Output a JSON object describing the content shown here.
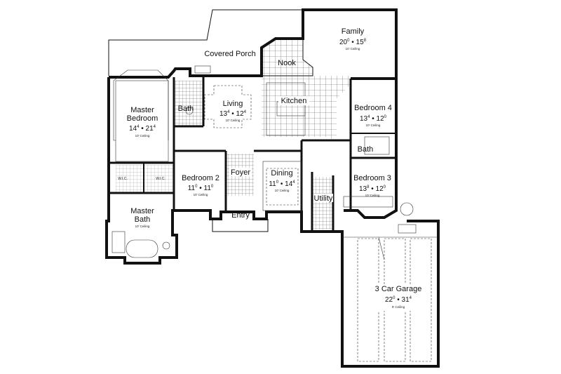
{
  "rooms": {
    "covered_porch": {
      "name": "Covered Porch"
    },
    "family": {
      "name": "Family",
      "dim_a": "20",
      "dim_a_sup": "0",
      "dim_b": "15",
      "dim_b_sup": "8",
      "ceiling": "10' Ceiling"
    },
    "nook": {
      "name": "Nook"
    },
    "master_bedroom": {
      "name_line1": "Master",
      "name_line2": "Bedroom",
      "dim_a": "14",
      "dim_a_sup": "4",
      "dim_b": "21",
      "dim_b_sup": "4",
      "ceiling": "10' Ceiling"
    },
    "bath_1": {
      "name": "Bath"
    },
    "living": {
      "name": "Living",
      "dim_a": "13",
      "dim_a_sup": "4",
      "dim_b": "12",
      "dim_b_sup": "4",
      "ceiling": "10' Ceiling"
    },
    "kitchen": {
      "name": "Kitchen"
    },
    "bedroom_4": {
      "name": "Bedroom 4",
      "dim_a": "13",
      "dim_a_sup": "4",
      "dim_b": "12",
      "dim_b_sup": "0",
      "ceiling": "10' Ceiling"
    },
    "bath_2": {
      "name": "Bath"
    },
    "bedroom_2": {
      "name": "Bedroom 2",
      "dim_a": "11",
      "dim_a_sup": "0",
      "dim_b": "11",
      "dim_b_sup": "0",
      "ceiling": "10' Ceiling"
    },
    "foyer": {
      "name": "Foyer"
    },
    "dining": {
      "name": "Dining",
      "dim_a": "11",
      "dim_a_sup": "0",
      "dim_b": "14",
      "dim_b_sup": "4",
      "ceiling": "10' Ceiling"
    },
    "utility": {
      "name": "Utility"
    },
    "bedroom_3": {
      "name": "Bedroom 3",
      "dim_a": "13",
      "dim_a_sup": "8",
      "dim_b": "12",
      "dim_b_sup": "0",
      "ceiling": "10' Ceiling"
    },
    "entry": {
      "name": "Entry"
    },
    "master_bath": {
      "name_line1": "Master",
      "name_line2": "Bath",
      "ceiling": "10' Ceiling"
    },
    "wic_left": {
      "name": "W.I.C."
    },
    "wic_right": {
      "name": "W.I.C."
    },
    "garage": {
      "name": "3 Car Garage",
      "dim_a": "22",
      "dim_a_sup": "0",
      "dim_b": "31",
      "dim_b_sup": "4",
      "ceiling": "9' Ceiling"
    }
  },
  "separator": "•"
}
